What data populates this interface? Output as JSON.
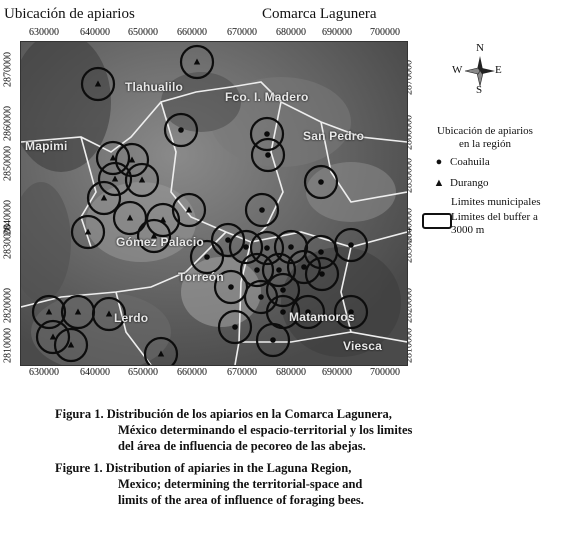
{
  "header": {
    "left": "Ubicación de apiarios",
    "right": "Comarca Lagunera"
  },
  "x_ticks": [
    "630000",
    "640000",
    "650000",
    "660000",
    "670000",
    "680000",
    "690000",
    "700000"
  ],
  "y_ticks": [
    "2870000",
    "2860000",
    "2850000",
    "2840000",
    "2830000",
    "2820000",
    "2810000"
  ],
  "map_labels": {
    "tlahualilo": "Tlahualilo",
    "madero": "Fco. I. Madero",
    "mapimi": "Mapimi",
    "san_pedro": "San Pedro",
    "gomez": "Gómez Palacio",
    "torreon": "Torreón",
    "lerdo": "Lerdo",
    "matamoros": "Matamoros",
    "viesca": "Viesca"
  },
  "north_arrow": {
    "n": "N",
    "s": "S",
    "e": "E",
    "w": "W"
  },
  "legend": {
    "title_line1": "Ubicación de apiarios",
    "title_line2": "en la región",
    "coahuila": "Coahuila",
    "durango": "Durango",
    "limits": "Limites municipales",
    "buffer_line1": "Limites del buffer a",
    "buffer_line2": "3000 m"
  },
  "caption": {
    "es_line1": "Figura 1. Distribución de los apiarios en la Comarca Lagunera,",
    "es_line2": "México determinando el espacio-territorial y los limites",
    "es_line3": "del área de influencia de pecoreo de las abejas.",
    "en_line1": "Figure 1. Distribution of apiaries in the Laguna Region,",
    "en_line2": "Mexico; determining the territorial-space and",
    "en_line3": "limits of the area of influence of foraging bees."
  }
}
